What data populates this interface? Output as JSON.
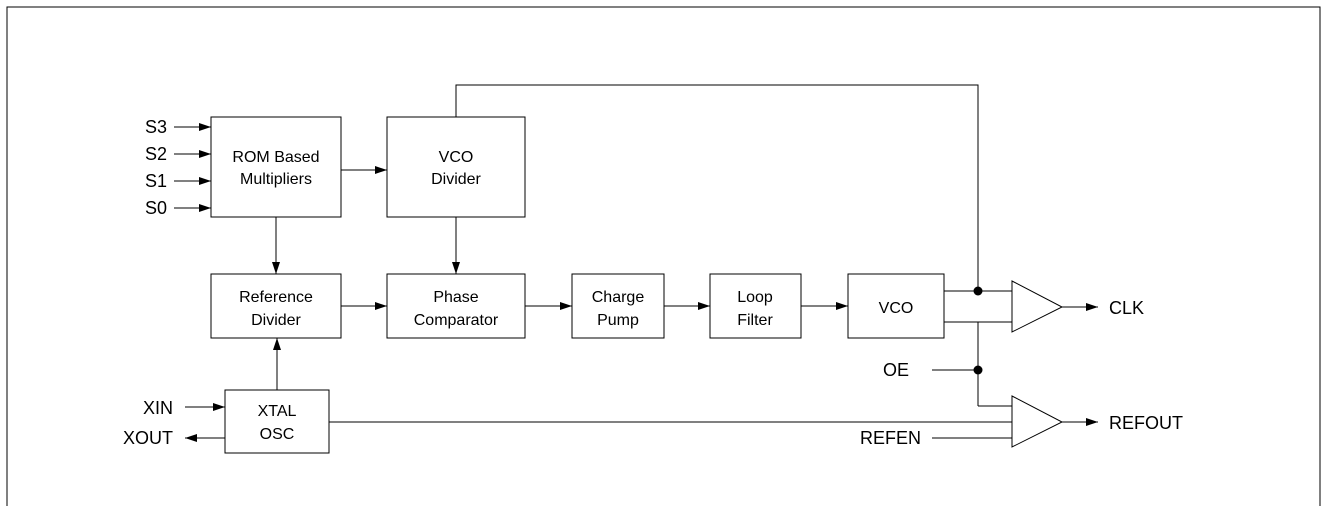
{
  "inputs": {
    "s3": "S3",
    "s2": "S2",
    "s1": "S1",
    "s0": "S0",
    "xin": "XIN",
    "oe": "OE",
    "refen": "REFEN"
  },
  "outputs": {
    "xout": "XOUT",
    "clk": "CLK",
    "refout": "REFOUT"
  },
  "blocks": {
    "rom": [
      "ROM Based",
      "Multipliers"
    ],
    "vco_divider": [
      "VCO",
      "Divider"
    ],
    "reference_divider": [
      "Reference",
      "Divider"
    ],
    "phase_comparator": [
      "Phase",
      "Comparator"
    ],
    "charge_pump": [
      "Charge",
      "Pump"
    ],
    "loop_filter": [
      "Loop",
      "Filter"
    ],
    "vco": [
      "VCO"
    ],
    "xtal_osc": [
      "XTAL",
      "OSC"
    ]
  }
}
